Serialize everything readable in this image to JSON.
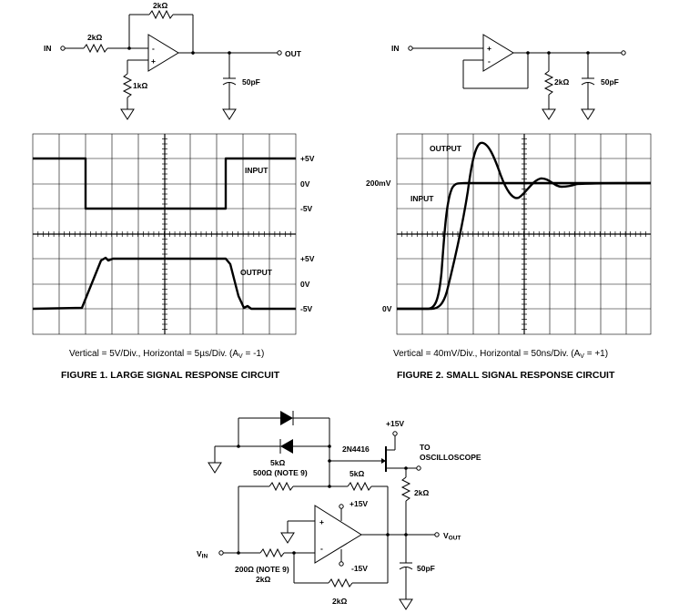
{
  "fig1": {
    "labels": {
      "in": "IN",
      "out": "OUT",
      "r_feedback": "2kΩ",
      "r_input": "2kΩ",
      "r_ground": "1kΩ",
      "c_load": "50pF",
      "minus": "-",
      "plus": "+"
    },
    "scope": {
      "input_trace": "INPUT",
      "output_trace": "OUTPUT",
      "upper_scale": [
        "+5V",
        "0V",
        "-5V"
      ],
      "lower_scale": [
        "+5V",
        "0V",
        "-5V"
      ]
    },
    "caption": "Vertical = 5V/Div., Horizontal = 5µs/Div. (A",
    "caption_sub": "V",
    "caption_end": " = -1)",
    "title": "FIGURE 1.  LARGE SIGNAL RESPONSE CIRCUIT"
  },
  "fig2": {
    "labels": {
      "in": "IN",
      "r_load": "2kΩ",
      "c_load": "50pF",
      "minus": "-",
      "plus": "+"
    },
    "scope": {
      "output_trace": "OUTPUT",
      "input_trace": "INPUT",
      "level_high": "200mV",
      "level_low": "0V"
    },
    "caption": "Vertical = 40mV/Div., Horizontal = 50ns/Div. (A",
    "caption_sub": "V",
    "caption_end": " = +1)",
    "title": "FIGURE 2.  SMALL SIGNAL RESPONSE CIRCUIT"
  },
  "fig3": {
    "labels": {
      "supply_pos_top": "+15V",
      "fet": "2N4416",
      "to": "TO",
      "oscilloscope": "OSCILLOSCOPE",
      "r_5k_a": "5kΩ",
      "r_500_note": "500Ω (NOTE 9)",
      "r_5k_b": "5kΩ",
      "r_2k_source": "2kΩ",
      "supply_pos": "+15V",
      "supply_neg": "-15V",
      "vout": "V",
      "vout_sub": "OUT",
      "vin": "V",
      "vin_sub": "IN",
      "r_200_note": "200Ω (NOTE 9)",
      "r_2k_in": "2kΩ",
      "r_2k_fb": "2kΩ",
      "c_load": "50pF",
      "plus": "+",
      "minus": "-"
    }
  }
}
